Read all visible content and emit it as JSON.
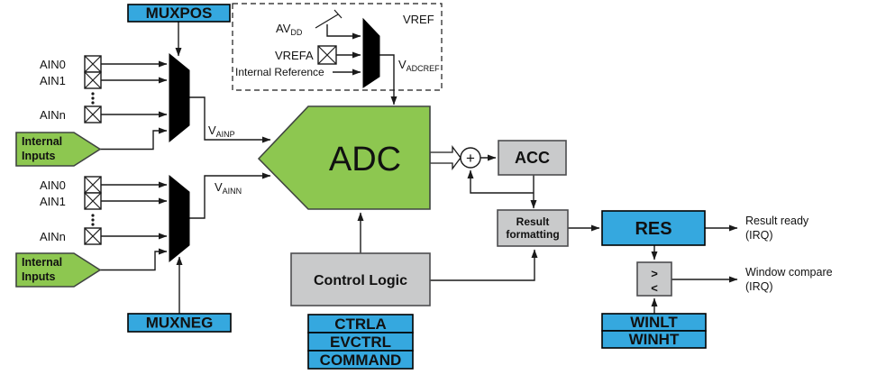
{
  "colors": {
    "register_blue": "#35A8DF",
    "block_green": "#8DC750",
    "block_gray": "#C9CACB",
    "mux_black": "#000000",
    "background": "#FFFFFF"
  },
  "registers": {
    "muxpos": "MUXPOS",
    "muxneg": "MUXNEG",
    "ctrla": "CTRLA",
    "evctrl": "EVCTRL",
    "command": "COMMAND",
    "res": "RES",
    "winlt": "WINLT",
    "winht": "WINHT"
  },
  "blocks": {
    "adc": "ADC",
    "acc": "ACC",
    "control_logic": "Control Logic",
    "result_formatting": {
      "line1": "Result",
      "line2": "formatting"
    },
    "window_comparator": {
      "gt": ">",
      "lt": "<"
    }
  },
  "analog_inputs": {
    "positive": {
      "ain0": "AIN0",
      "ain1": "AIN1",
      "ainn": "AINn",
      "internal": {
        "line1": "Internal",
        "line2": "Inputs"
      }
    },
    "negative": {
      "ain0": "AIN0",
      "ain1": "AIN1",
      "ainn": "AINn",
      "internal": {
        "line1": "Internal",
        "line2": "Inputs"
      }
    }
  },
  "vref_block": {
    "title": "VREF",
    "avdd": {
      "base": "AV",
      "sub": "DD"
    },
    "vrefa": "VREFA",
    "internal_reference": "Internal Reference",
    "vadcref": {
      "base": "V",
      "sub": "ADCREF"
    }
  },
  "signals": {
    "vainp": {
      "base": "V",
      "sub": "AINP"
    },
    "vainn": {
      "base": "V",
      "sub": "AINN"
    }
  },
  "summing_junction": {
    "symbol": "+"
  },
  "irq_outputs": {
    "result_ready": {
      "line1": "Result ready",
      "line2": "(IRQ)"
    },
    "window_compare": {
      "line1": "Window compare",
      "line2": "(IRQ)"
    }
  }
}
